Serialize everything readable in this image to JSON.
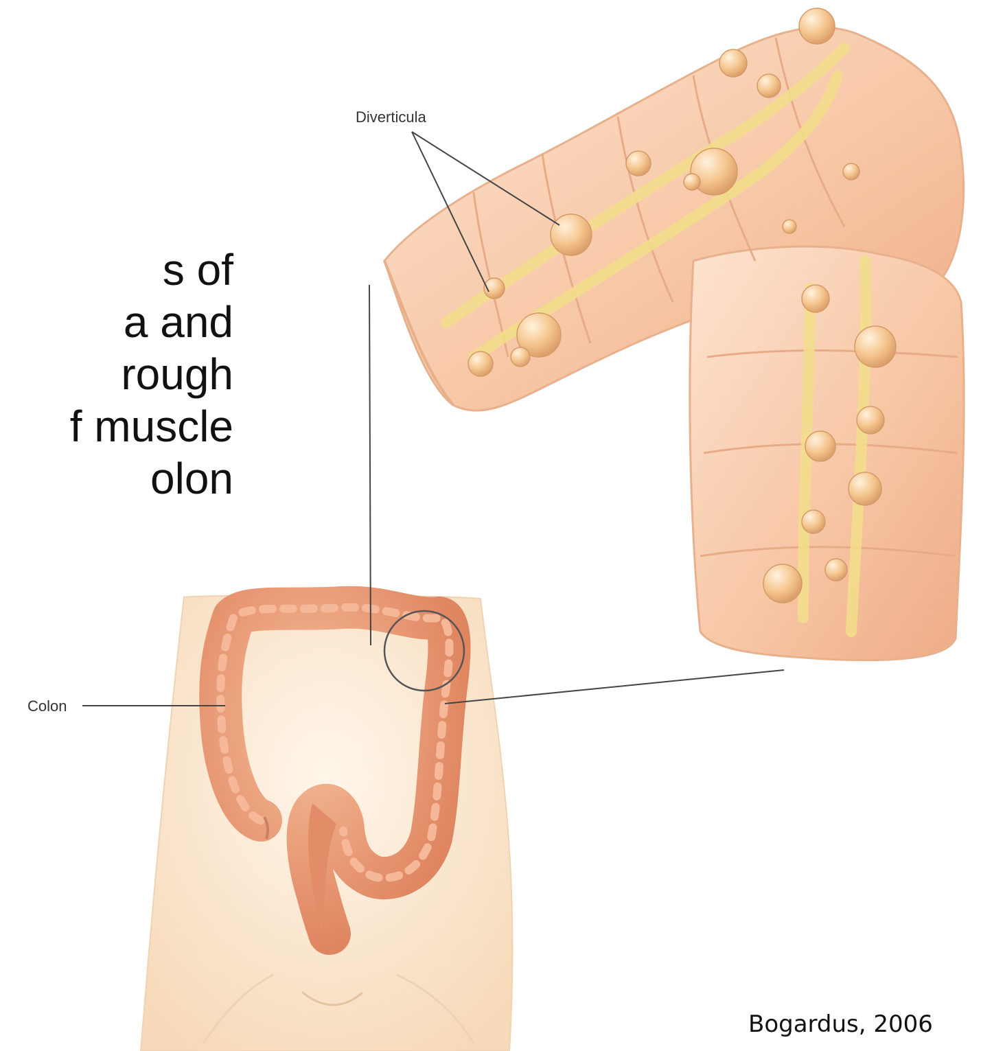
{
  "slide": {
    "body_lines": [
      "s of",
      "a and",
      "rough",
      "f muscle",
      "olon"
    ],
    "citation": "Bogardus, 2006"
  },
  "figure": {
    "labels": {
      "diverticula": "Diverticula",
      "colon": "Colon"
    },
    "colors": {
      "skin": "#fbe7cf",
      "colon": "#e9936a",
      "colon_light": "#f4b892",
      "diverticula": "#f2c27e",
      "taenia": "#f0dc6e",
      "line": "#444444"
    }
  }
}
